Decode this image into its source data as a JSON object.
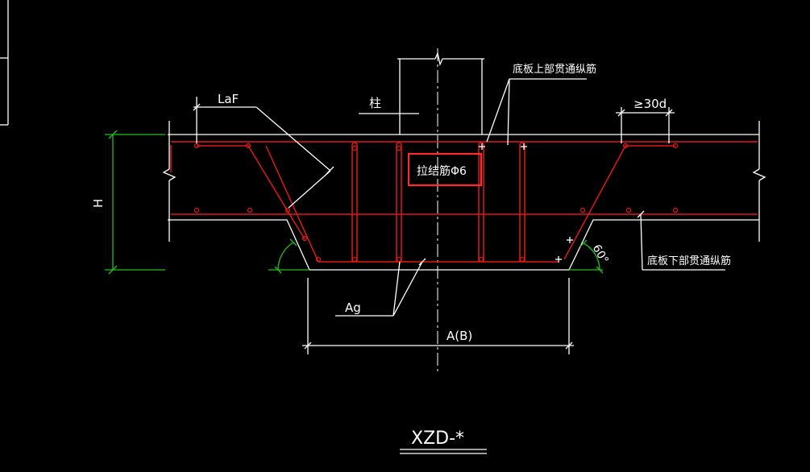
{
  "labels": {
    "column": "柱",
    "top_rebar": "底板上部贯通纵筋",
    "anchorage": "LaF",
    "overlap": "≥30d",
    "tie_rebar": "拉结筋Φ6",
    "height": "H",
    "angle": "60°",
    "bottom_rebar": "底板下部贯通纵筋",
    "ag": "Ag",
    "width": "A(B)",
    "title": "XZD-*"
  },
  "colors": {
    "background": "#000000",
    "lines": "#ffffff",
    "rebar": "#e01818",
    "dimension": "#20c020",
    "highlight": "#ff2a2a"
  }
}
